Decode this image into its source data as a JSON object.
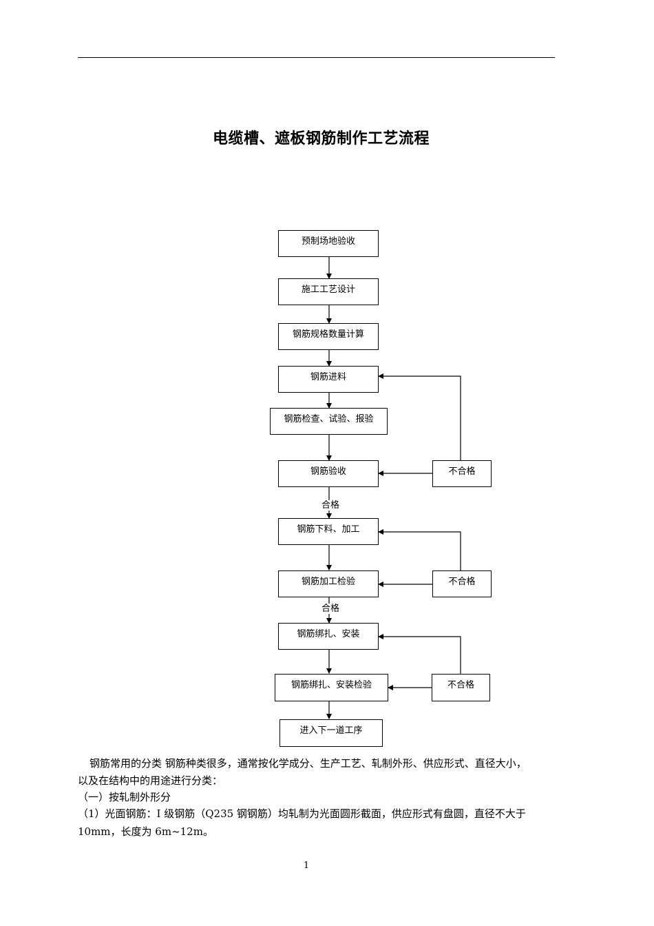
{
  "title": "电缆槽、遮板钢筋制作工艺流程",
  "flowchart": {
    "steps": [
      "预制场地验收",
      "施工工艺设计",
      "钢筋规格数量计算",
      "钢筋进料",
      "钢筋检查、试验、报验",
      "钢筋验收",
      "钢筋下料、加工",
      "钢筋加工检验",
      "钢筋绑扎、安装",
      "钢筋绑扎、安装检验",
      "进入下一道工序"
    ],
    "fail_label": "不合格",
    "pass_label": "合格"
  },
  "body": {
    "p1": "钢筋常用的分类 钢筋种类很多，通常按化学成分、生产工艺、轧制外形、供应形式、直径大小，",
    "p1b": "以及在结构中的用途进行分类：",
    "p2": "（一）按轧制外形分",
    "p3": "（1）光面钢筋：I 级钢筋（Q235 钢钢筋）均轧制为光面圆形截面，供应形式有盘圆，直径不大于",
    "p3b": "10mm，长度为 6m~12m。"
  },
  "page_number": "1"
}
